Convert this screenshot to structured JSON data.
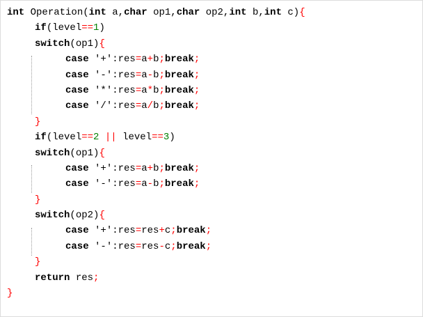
{
  "editor": {
    "lines": [
      {
        "indent": 0,
        "tokens": [
          {
            "t": "int",
            "c": "kw"
          },
          {
            "t": " Operation",
            "c": "id"
          },
          {
            "t": "(",
            "c": "punc"
          },
          {
            "t": "int",
            "c": "kw"
          },
          {
            "t": " a",
            "c": "id"
          },
          {
            "t": ",",
            "c": "punc"
          },
          {
            "t": "char",
            "c": "kw"
          },
          {
            "t": " op1",
            "c": "id"
          },
          {
            "t": ",",
            "c": "punc"
          },
          {
            "t": "char",
            "c": "kw"
          },
          {
            "t": " op2",
            "c": "id"
          },
          {
            "t": ",",
            "c": "punc"
          },
          {
            "t": "int",
            "c": "kw"
          },
          {
            "t": " b",
            "c": "id"
          },
          {
            "t": ",",
            "c": "punc"
          },
          {
            "t": "int",
            "c": "kw"
          },
          {
            "t": " c",
            "c": "id"
          },
          {
            "t": ")",
            "c": "punc"
          },
          {
            "t": "{",
            "c": "sym"
          }
        ]
      },
      {
        "indent": 1,
        "tokens": [
          {
            "t": "if",
            "c": "kw"
          },
          {
            "t": "(",
            "c": "punc"
          },
          {
            "t": "level",
            "c": "id"
          },
          {
            "t": "==",
            "c": "op"
          },
          {
            "t": "1",
            "c": "num"
          },
          {
            "t": ")",
            "c": "punc"
          }
        ]
      },
      {
        "indent": 1,
        "tokens": [
          {
            "t": "switch",
            "c": "kw"
          },
          {
            "t": "(",
            "c": "punc"
          },
          {
            "t": "op1",
            "c": "id"
          },
          {
            "t": ")",
            "c": "punc"
          },
          {
            "t": "{",
            "c": "sym"
          }
        ]
      },
      {
        "indent": 2,
        "tokens": [
          {
            "t": "case",
            "c": "kw"
          },
          {
            "t": " '+'",
            "c": "str"
          },
          {
            "t": ":",
            "c": "punc"
          },
          {
            "t": "res",
            "c": "id"
          },
          {
            "t": "=",
            "c": "op"
          },
          {
            "t": "a",
            "c": "id"
          },
          {
            "t": "+",
            "c": "op"
          },
          {
            "t": "b",
            "c": "id"
          },
          {
            "t": ";",
            "c": "op"
          },
          {
            "t": "break",
            "c": "kw"
          },
          {
            "t": ";",
            "c": "op"
          }
        ]
      },
      {
        "indent": 2,
        "tokens": [
          {
            "t": "case",
            "c": "kw"
          },
          {
            "t": " '-'",
            "c": "str"
          },
          {
            "t": ":",
            "c": "punc"
          },
          {
            "t": "res",
            "c": "id"
          },
          {
            "t": "=",
            "c": "op"
          },
          {
            "t": "a",
            "c": "id"
          },
          {
            "t": "-",
            "c": "op"
          },
          {
            "t": "b",
            "c": "id"
          },
          {
            "t": ";",
            "c": "op"
          },
          {
            "t": "break",
            "c": "kw"
          },
          {
            "t": ";",
            "c": "op"
          }
        ]
      },
      {
        "indent": 2,
        "tokens": [
          {
            "t": "case",
            "c": "kw"
          },
          {
            "t": " '*'",
            "c": "str"
          },
          {
            "t": ":",
            "c": "punc"
          },
          {
            "t": "res",
            "c": "id"
          },
          {
            "t": "=",
            "c": "op"
          },
          {
            "t": "a",
            "c": "id"
          },
          {
            "t": "*",
            "c": "op"
          },
          {
            "t": "b",
            "c": "id"
          },
          {
            "t": ";",
            "c": "op"
          },
          {
            "t": "break",
            "c": "kw"
          },
          {
            "t": ";",
            "c": "op"
          }
        ]
      },
      {
        "indent": 2,
        "tokens": [
          {
            "t": "case",
            "c": "kw"
          },
          {
            "t": " '/'",
            "c": "str"
          },
          {
            "t": ":",
            "c": "punc"
          },
          {
            "t": "res",
            "c": "id"
          },
          {
            "t": "=",
            "c": "op"
          },
          {
            "t": "a",
            "c": "id"
          },
          {
            "t": "/",
            "c": "op"
          },
          {
            "t": "b",
            "c": "id"
          },
          {
            "t": ";",
            "c": "op"
          },
          {
            "t": "break",
            "c": "kw"
          },
          {
            "t": ";",
            "c": "op"
          }
        ]
      },
      {
        "indent": 1,
        "tokens": [
          {
            "t": "}",
            "c": "sym"
          }
        ]
      },
      {
        "indent": 1,
        "tokens": [
          {
            "t": "if",
            "c": "kw"
          },
          {
            "t": "(",
            "c": "punc"
          },
          {
            "t": "level",
            "c": "id"
          },
          {
            "t": "==",
            "c": "op"
          },
          {
            "t": "2",
            "c": "num"
          },
          {
            "t": " ",
            "c": "punc"
          },
          {
            "t": "||",
            "c": "op"
          },
          {
            "t": " level",
            "c": "id"
          },
          {
            "t": "==",
            "c": "op"
          },
          {
            "t": "3",
            "c": "num"
          },
          {
            "t": ")",
            "c": "punc"
          }
        ]
      },
      {
        "indent": 1,
        "tokens": [
          {
            "t": "switch",
            "c": "kw"
          },
          {
            "t": "(",
            "c": "punc"
          },
          {
            "t": "op1",
            "c": "id"
          },
          {
            "t": ")",
            "c": "punc"
          },
          {
            "t": "{",
            "c": "sym"
          }
        ]
      },
      {
        "indent": 2,
        "tokens": [
          {
            "t": "case",
            "c": "kw"
          },
          {
            "t": " '+'",
            "c": "str"
          },
          {
            "t": ":",
            "c": "punc"
          },
          {
            "t": "res",
            "c": "id"
          },
          {
            "t": "=",
            "c": "op"
          },
          {
            "t": "a",
            "c": "id"
          },
          {
            "t": "+",
            "c": "op"
          },
          {
            "t": "b",
            "c": "id"
          },
          {
            "t": ";",
            "c": "op"
          },
          {
            "t": "break",
            "c": "kw"
          },
          {
            "t": ";",
            "c": "op"
          }
        ]
      },
      {
        "indent": 2,
        "tokens": [
          {
            "t": "case",
            "c": "kw"
          },
          {
            "t": " '-'",
            "c": "str"
          },
          {
            "t": ":",
            "c": "punc"
          },
          {
            "t": "res",
            "c": "id"
          },
          {
            "t": "=",
            "c": "op"
          },
          {
            "t": "a",
            "c": "id"
          },
          {
            "t": "-",
            "c": "op"
          },
          {
            "t": "b",
            "c": "id"
          },
          {
            "t": ";",
            "c": "op"
          },
          {
            "t": "break",
            "c": "kw"
          },
          {
            "t": ";",
            "c": "op"
          }
        ]
      },
      {
        "indent": 1,
        "tokens": [
          {
            "t": "}",
            "c": "sym"
          }
        ]
      },
      {
        "indent": 1,
        "tokens": [
          {
            "t": "switch",
            "c": "kw"
          },
          {
            "t": "(",
            "c": "punc"
          },
          {
            "t": "op2",
            "c": "id"
          },
          {
            "t": ")",
            "c": "punc"
          },
          {
            "t": "{",
            "c": "sym"
          }
        ]
      },
      {
        "indent": 2,
        "tokens": [
          {
            "t": "case",
            "c": "kw"
          },
          {
            "t": " '+'",
            "c": "str"
          },
          {
            "t": ":",
            "c": "punc"
          },
          {
            "t": "res",
            "c": "id"
          },
          {
            "t": "=",
            "c": "op"
          },
          {
            "t": "res",
            "c": "id"
          },
          {
            "t": "+",
            "c": "op"
          },
          {
            "t": "c",
            "c": "id"
          },
          {
            "t": ";",
            "c": "op"
          },
          {
            "t": "break",
            "c": "kw"
          },
          {
            "t": ";",
            "c": "op"
          }
        ]
      },
      {
        "indent": 2,
        "tokens": [
          {
            "t": "case",
            "c": "kw"
          },
          {
            "t": " '-'",
            "c": "str"
          },
          {
            "t": ":",
            "c": "punc"
          },
          {
            "t": "res",
            "c": "id"
          },
          {
            "t": "=",
            "c": "op"
          },
          {
            "t": "res",
            "c": "id"
          },
          {
            "t": "-",
            "c": "op"
          },
          {
            "t": "c",
            "c": "id"
          },
          {
            "t": ";",
            "c": "op"
          },
          {
            "t": "break",
            "c": "kw"
          },
          {
            "t": ";",
            "c": "op"
          }
        ]
      },
      {
        "indent": 1,
        "tokens": [
          {
            "t": "}",
            "c": "sym"
          }
        ]
      },
      {
        "indent": 1,
        "tokens": [
          {
            "t": "return",
            "c": "kw"
          },
          {
            "t": " res",
            "c": "id"
          },
          {
            "t": ";",
            "c": "op"
          }
        ]
      },
      {
        "indent": 0,
        "tokens": [
          {
            "t": "}",
            "c": "sym"
          }
        ]
      }
    ]
  },
  "colors": {
    "keyword": "#000000",
    "identifier": "#000000",
    "operator": "#ff0000",
    "brace": "#ff0000",
    "number": "#008000",
    "guide": "#9a9a9a"
  }
}
